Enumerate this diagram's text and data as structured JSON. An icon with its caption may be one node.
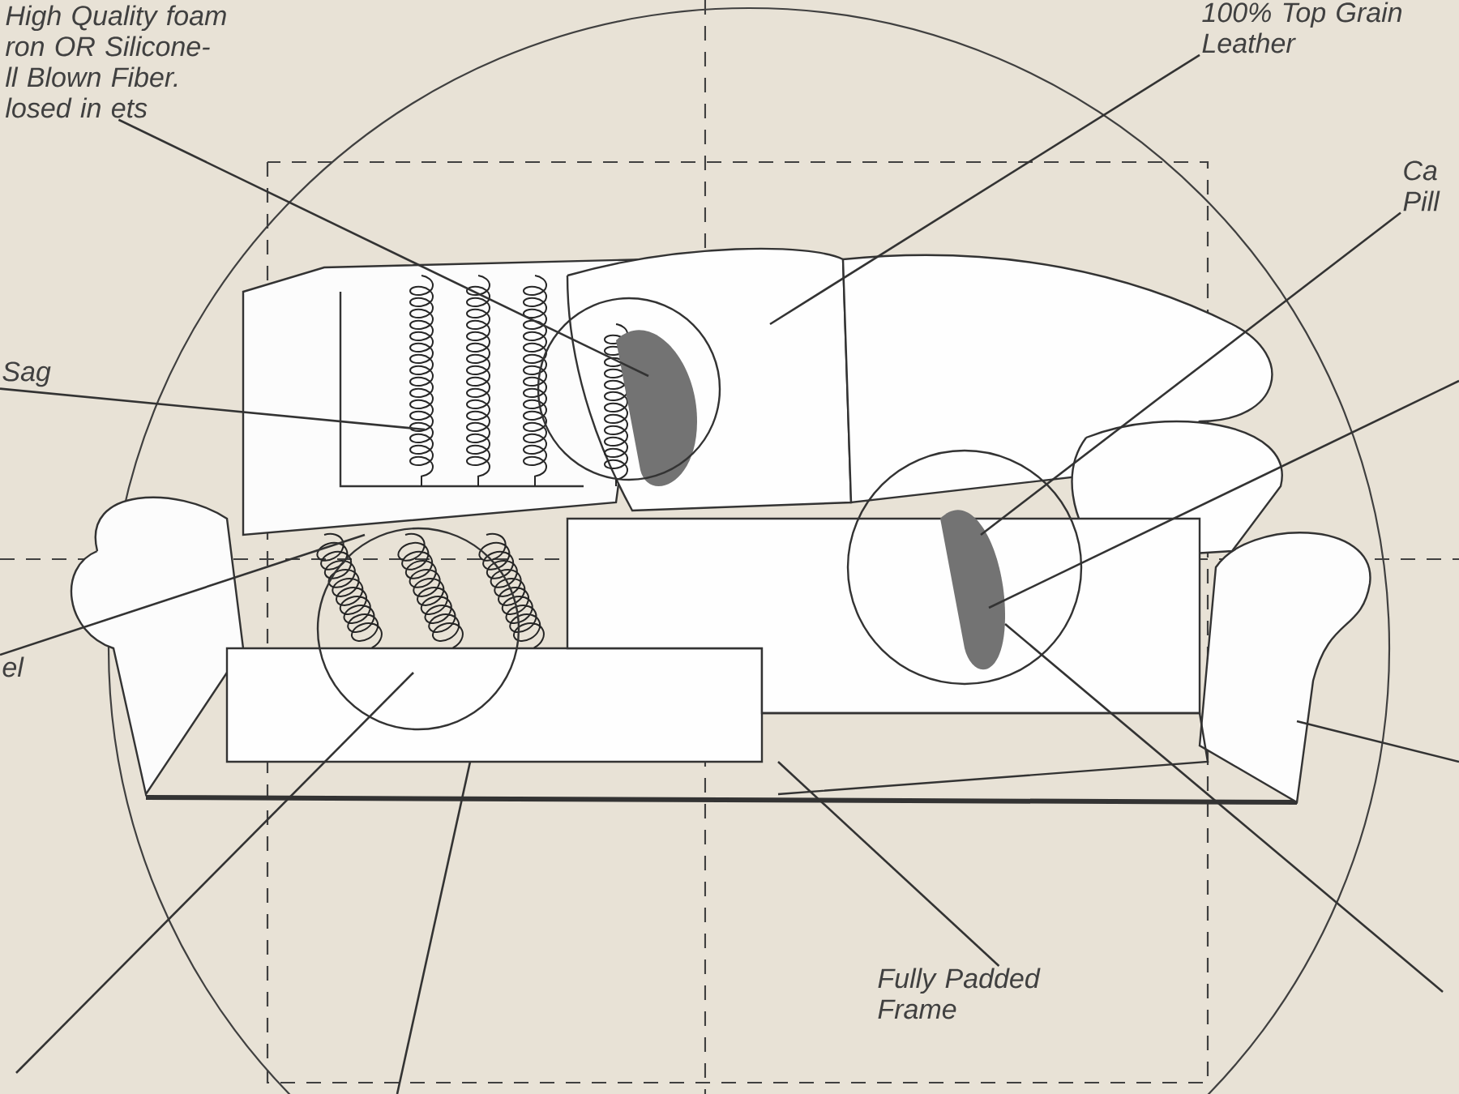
{
  "diagram": {
    "nodes": [
      {
        "text": [
          "High Quality foam ron OR Silicone- ll Blown Fiber. losed in ets"
        ]
      },
      {
        "text": [
          "100% Top Grain Leather"
        ]
      },
      {
        "text": [
          "Ca Pill"
        ]
      },
      {
        "text": [
          "Sag"
        ]
      },
      {
        "text": [
          "el"
        ]
      },
      {
        "text": [
          "Fully Padded Frame"
        ]
      }
    ],
    "edges": [
      {
        "from": 0,
        "to": null,
        "arrow": "none"
      },
      {
        "from": 1,
        "to": null,
        "arrow": "none"
      },
      {
        "from": 2,
        "to": null,
        "arrow": "none"
      },
      {
        "from": 3,
        "to": null,
        "arrow": "none"
      },
      {
        "from": 4,
        "to": null,
        "arrow": "none"
      },
      {
        "from": 5,
        "to": null,
        "arrow": "none"
      }
    ]
  }
}
